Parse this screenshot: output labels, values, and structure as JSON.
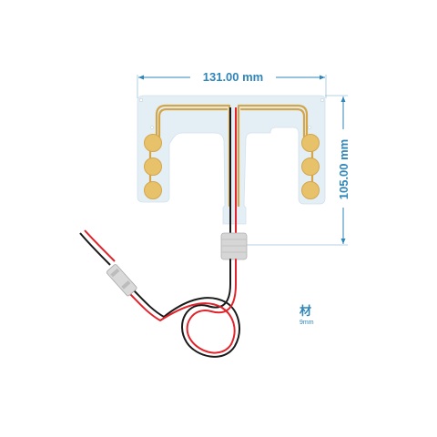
{
  "dimensions": {
    "width_label": "131.00 mm",
    "height_label": "105.00 mm"
  },
  "note": {
    "title": "材",
    "subtitle": "9mm"
  },
  "colors": {
    "dimension": "#2f86b8",
    "substrate": "#e3eef5",
    "pad": "#e8c26a",
    "trace": "#d4a64a",
    "wire_red": "#e0242b",
    "wire_black": "#1a1a1a",
    "connector": "#c9c9c9"
  },
  "icons": [
    "sensor-pad-icon",
    "connector-icon"
  ]
}
